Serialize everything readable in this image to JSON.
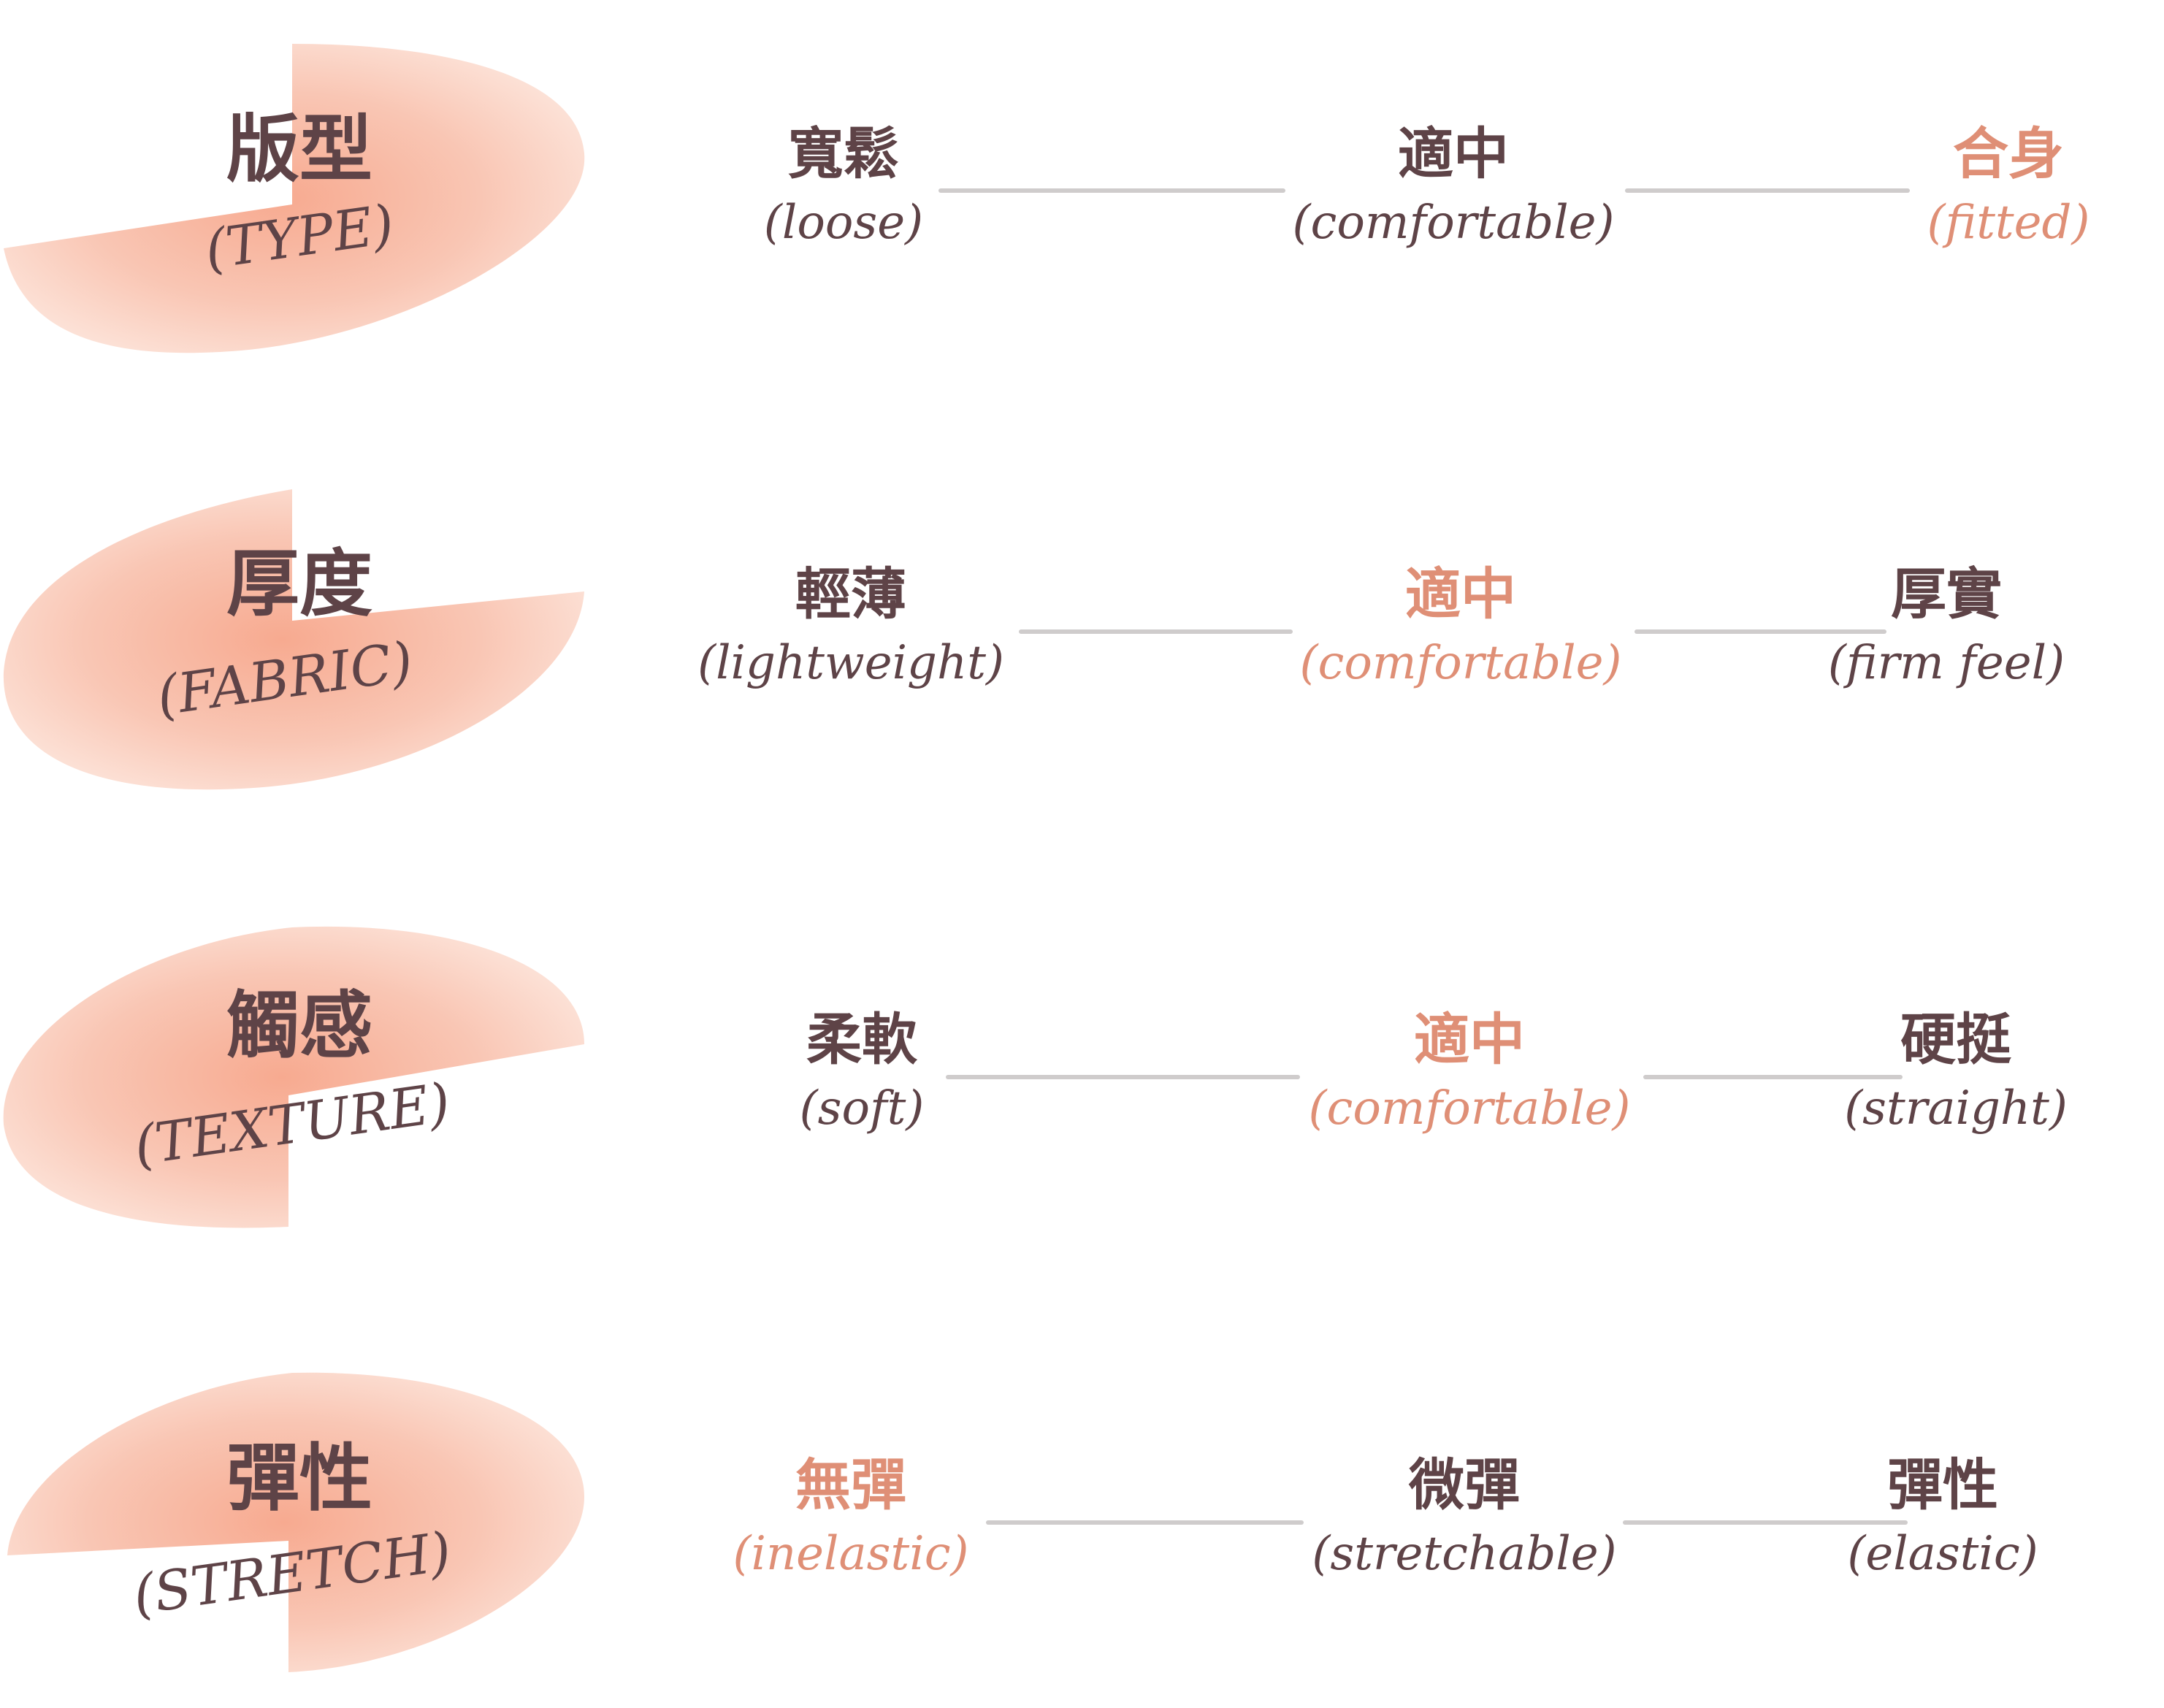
{
  "colors": {
    "text": "#5e4347",
    "highlight": "#df8f76",
    "connector": "#cfcccc",
    "blob": "#f7b8a3"
  },
  "rows": [
    {
      "category_zh": "版型",
      "category_en": "(TYPE)",
      "options": [
        {
          "zh": "寬鬆",
          "en": "(loose)",
          "selected": false
        },
        {
          "zh": "適中",
          "en": "(comfortable)",
          "selected": false
        },
        {
          "zh": "合身",
          "en": "(fitted)",
          "selected": true
        }
      ]
    },
    {
      "category_zh": "厚度",
      "category_en": "(FABRIC)",
      "options": [
        {
          "zh": "輕薄",
          "en": "(lightweight)",
          "selected": false
        },
        {
          "zh": "適中",
          "en": "(comfortable)",
          "selected": true
        },
        {
          "zh": "厚實",
          "en": "(firm feel)",
          "selected": false
        }
      ]
    },
    {
      "category_zh": "觸感",
      "category_en": "(TEXTURE)",
      "options": [
        {
          "zh": "柔軟",
          "en": "(soft)",
          "selected": false
        },
        {
          "zh": "適中",
          "en": "(comfortable)",
          "selected": true
        },
        {
          "zh": "硬挺",
          "en": "(straight)",
          "selected": false
        }
      ]
    },
    {
      "category_zh": "彈性",
      "category_en": "(STRETCH)",
      "options": [
        {
          "zh": "無彈",
          "en": "(inelastic)",
          "selected": true
        },
        {
          "zh": "微彈",
          "en": "(stretchable)",
          "selected": false
        },
        {
          "zh": "彈性",
          "en": "(elastic)",
          "selected": false
        }
      ]
    }
  ]
}
